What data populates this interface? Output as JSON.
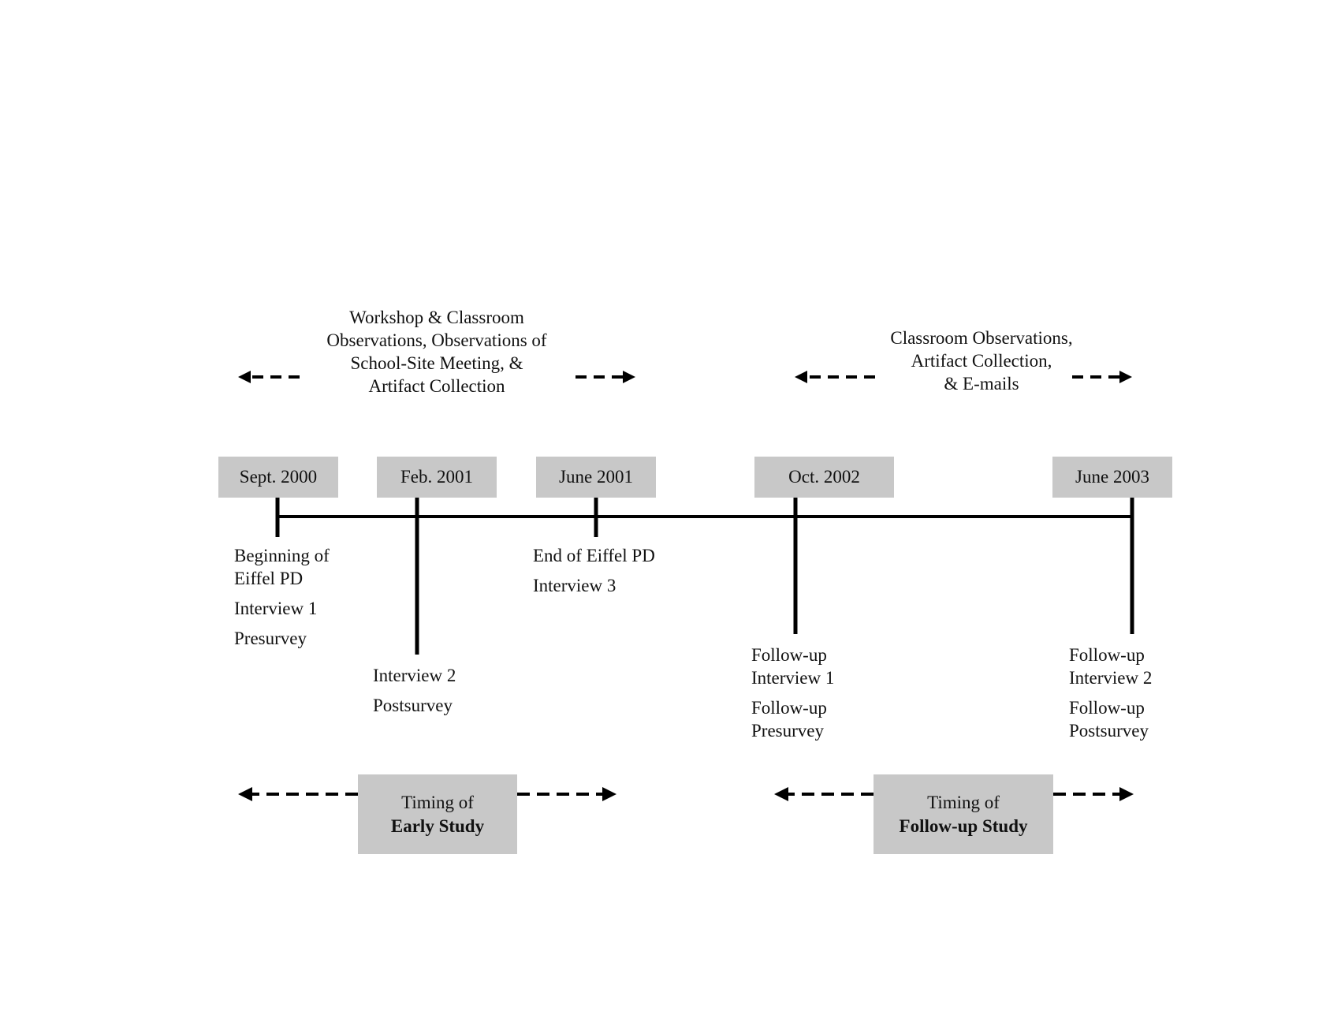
{
  "activities": {
    "early": [
      "Workshop & Classroom",
      "Observations, Observations of",
      "School-Site Meeting, &",
      "Artifact Collection"
    ],
    "followup": [
      "Classroom Observations,",
      "Artifact Collection,",
      "& E-mails"
    ]
  },
  "dates": [
    {
      "label": "Sept. 2000"
    },
    {
      "label": "Feb. 2001"
    },
    {
      "label": "June 2001"
    },
    {
      "label": "Oct. 2002"
    },
    {
      "label": "June 2003"
    }
  ],
  "events": {
    "sept2000": [
      "Beginning of",
      "Eiffel PD",
      "Interview 1",
      "Presurvey"
    ],
    "feb2001": [
      "Interview 2",
      "Postsurvey"
    ],
    "june2001": [
      "End of Eiffel PD",
      "Interview 3"
    ],
    "oct2002": [
      "Follow-up",
      "Interview 1",
      "Follow-up",
      "Presurvey"
    ],
    "june2003": [
      "Follow-up",
      "Interview 2",
      "Follow-up",
      "Postsurvey"
    ]
  },
  "studies": {
    "early": {
      "line1": "Timing of",
      "line2": "Early Study"
    },
    "followup": {
      "line1": "Timing of",
      "line2": "Follow-up Study"
    }
  },
  "colors": {
    "box_fill": "#c8c8c8",
    "line": "#000000"
  }
}
